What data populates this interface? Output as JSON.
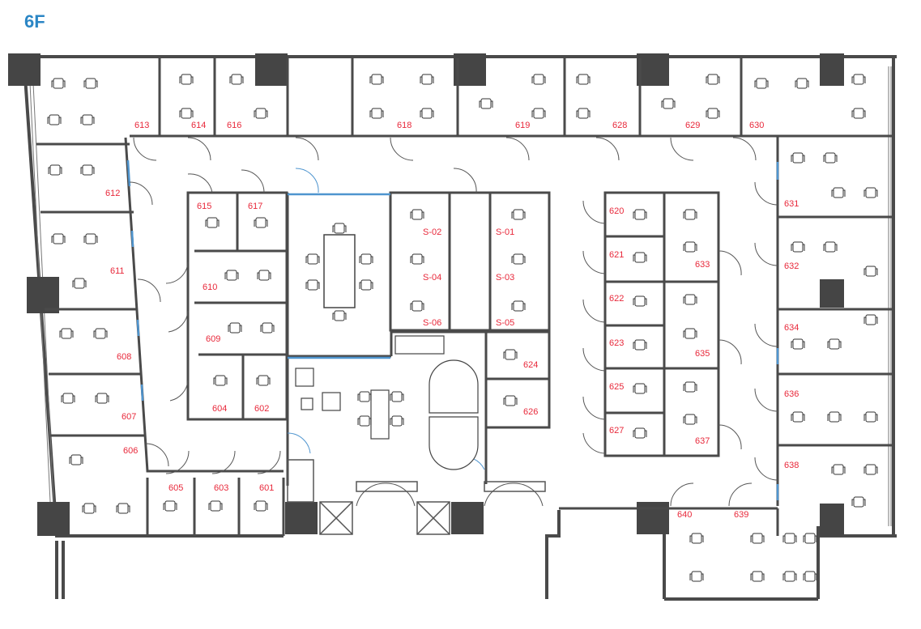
{
  "floor_label": "6F",
  "colors": {
    "wall": "#4a4a4a",
    "column": "#454545",
    "glass": "#4f95cf",
    "room_label": "#e8283a",
    "title": "#2b86c5"
  },
  "rooms": [
    {
      "id": "613",
      "label": "613"
    },
    {
      "id": "614",
      "label": "614"
    },
    {
      "id": "616",
      "label": "616"
    },
    {
      "id": "618",
      "label": "618"
    },
    {
      "id": "619",
      "label": "619"
    },
    {
      "id": "628",
      "label": "628"
    },
    {
      "id": "629",
      "label": "629"
    },
    {
      "id": "630",
      "label": "630"
    },
    {
      "id": "612",
      "label": "612"
    },
    {
      "id": "611",
      "label": "611"
    },
    {
      "id": "608",
      "label": "608"
    },
    {
      "id": "607",
      "label": "607"
    },
    {
      "id": "606",
      "label": "606"
    },
    {
      "id": "615",
      "label": "615"
    },
    {
      "id": "617",
      "label": "617"
    },
    {
      "id": "610",
      "label": "610"
    },
    {
      "id": "609",
      "label": "609"
    },
    {
      "id": "604",
      "label": "604"
    },
    {
      "id": "602",
      "label": "602"
    },
    {
      "id": "605",
      "label": "605"
    },
    {
      "id": "603",
      "label": "603"
    },
    {
      "id": "601",
      "label": "601"
    },
    {
      "id": "S-02",
      "label": "S-02"
    },
    {
      "id": "S-01",
      "label": "S-01"
    },
    {
      "id": "S-04",
      "label": "S-04"
    },
    {
      "id": "S-03",
      "label": "S-03"
    },
    {
      "id": "S-06",
      "label": "S-06"
    },
    {
      "id": "S-05",
      "label": "S-05"
    },
    {
      "id": "624",
      "label": "624"
    },
    {
      "id": "626",
      "label": "626"
    },
    {
      "id": "620",
      "label": "620"
    },
    {
      "id": "621",
      "label": "621"
    },
    {
      "id": "622",
      "label": "622"
    },
    {
      "id": "623",
      "label": "623"
    },
    {
      "id": "625",
      "label": "625"
    },
    {
      "id": "627",
      "label": "627"
    },
    {
      "id": "633",
      "label": "633"
    },
    {
      "id": "635",
      "label": "635"
    },
    {
      "id": "637",
      "label": "637"
    },
    {
      "id": "631",
      "label": "631"
    },
    {
      "id": "632",
      "label": "632"
    },
    {
      "id": "634",
      "label": "634"
    },
    {
      "id": "636",
      "label": "636"
    },
    {
      "id": "638",
      "label": "638"
    },
    {
      "id": "640",
      "label": "640"
    },
    {
      "id": "639",
      "label": "639"
    }
  ]
}
